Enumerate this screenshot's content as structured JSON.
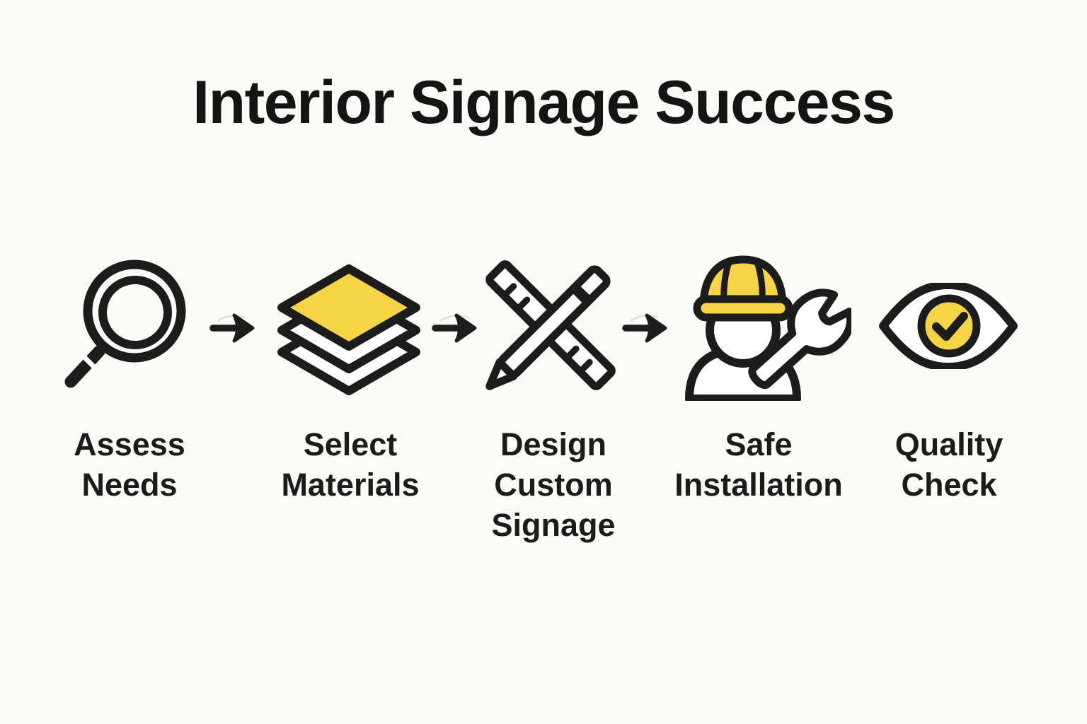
{
  "title": "Interior Signage Success",
  "colors": {
    "ink": "#1c1c1c",
    "accent_yellow": "#f5d445",
    "background": "#fbfbf8",
    "icon_fill_white": "#ffffff"
  },
  "steps": [
    {
      "id": "assess-needs",
      "icon": "magnifier-icon",
      "label_lines": [
        "Assess",
        "Needs"
      ]
    },
    {
      "id": "select-materials",
      "icon": "layers-icon",
      "label_lines": [
        "Select",
        "Materials"
      ]
    },
    {
      "id": "design-custom-signage",
      "icon": "pencil-ruler-icon",
      "label_lines": [
        "Design",
        "Custom",
        "Signage"
      ]
    },
    {
      "id": "safe-installation",
      "icon": "worker-wrench-icon",
      "label_lines": [
        "Safe",
        "Installation"
      ]
    },
    {
      "id": "quality-check",
      "icon": "eye-check-icon",
      "label_lines": [
        "Quality",
        "Check"
      ]
    }
  ],
  "connectors": {
    "glyph": "right-arrow",
    "count": 3,
    "positions": "between steps 1-2, 2-3, 3-4"
  }
}
